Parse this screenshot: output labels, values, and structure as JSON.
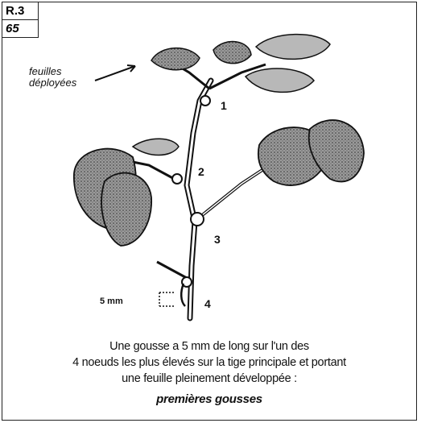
{
  "badge": {
    "stage_code": "R.3",
    "number": "65"
  },
  "labels": {
    "leaves_line1": "feuilles",
    "leaves_line2": "déployées",
    "size": "5 mm"
  },
  "nodes": [
    "1",
    "2",
    "3",
    "4"
  ],
  "caption": {
    "line1": "Une gousse a 5 mm de long sur l'un des",
    "line2": "4 noeuds les plus élevés sur la tige principale et portant",
    "line3": "une feuille pleinement développée :",
    "title": "premières gousses"
  },
  "colors": {
    "ink": "#111111",
    "leaf_fill": "#8a8a8a",
    "leaf_dark": "#444444",
    "paper": "#ffffff"
  }
}
